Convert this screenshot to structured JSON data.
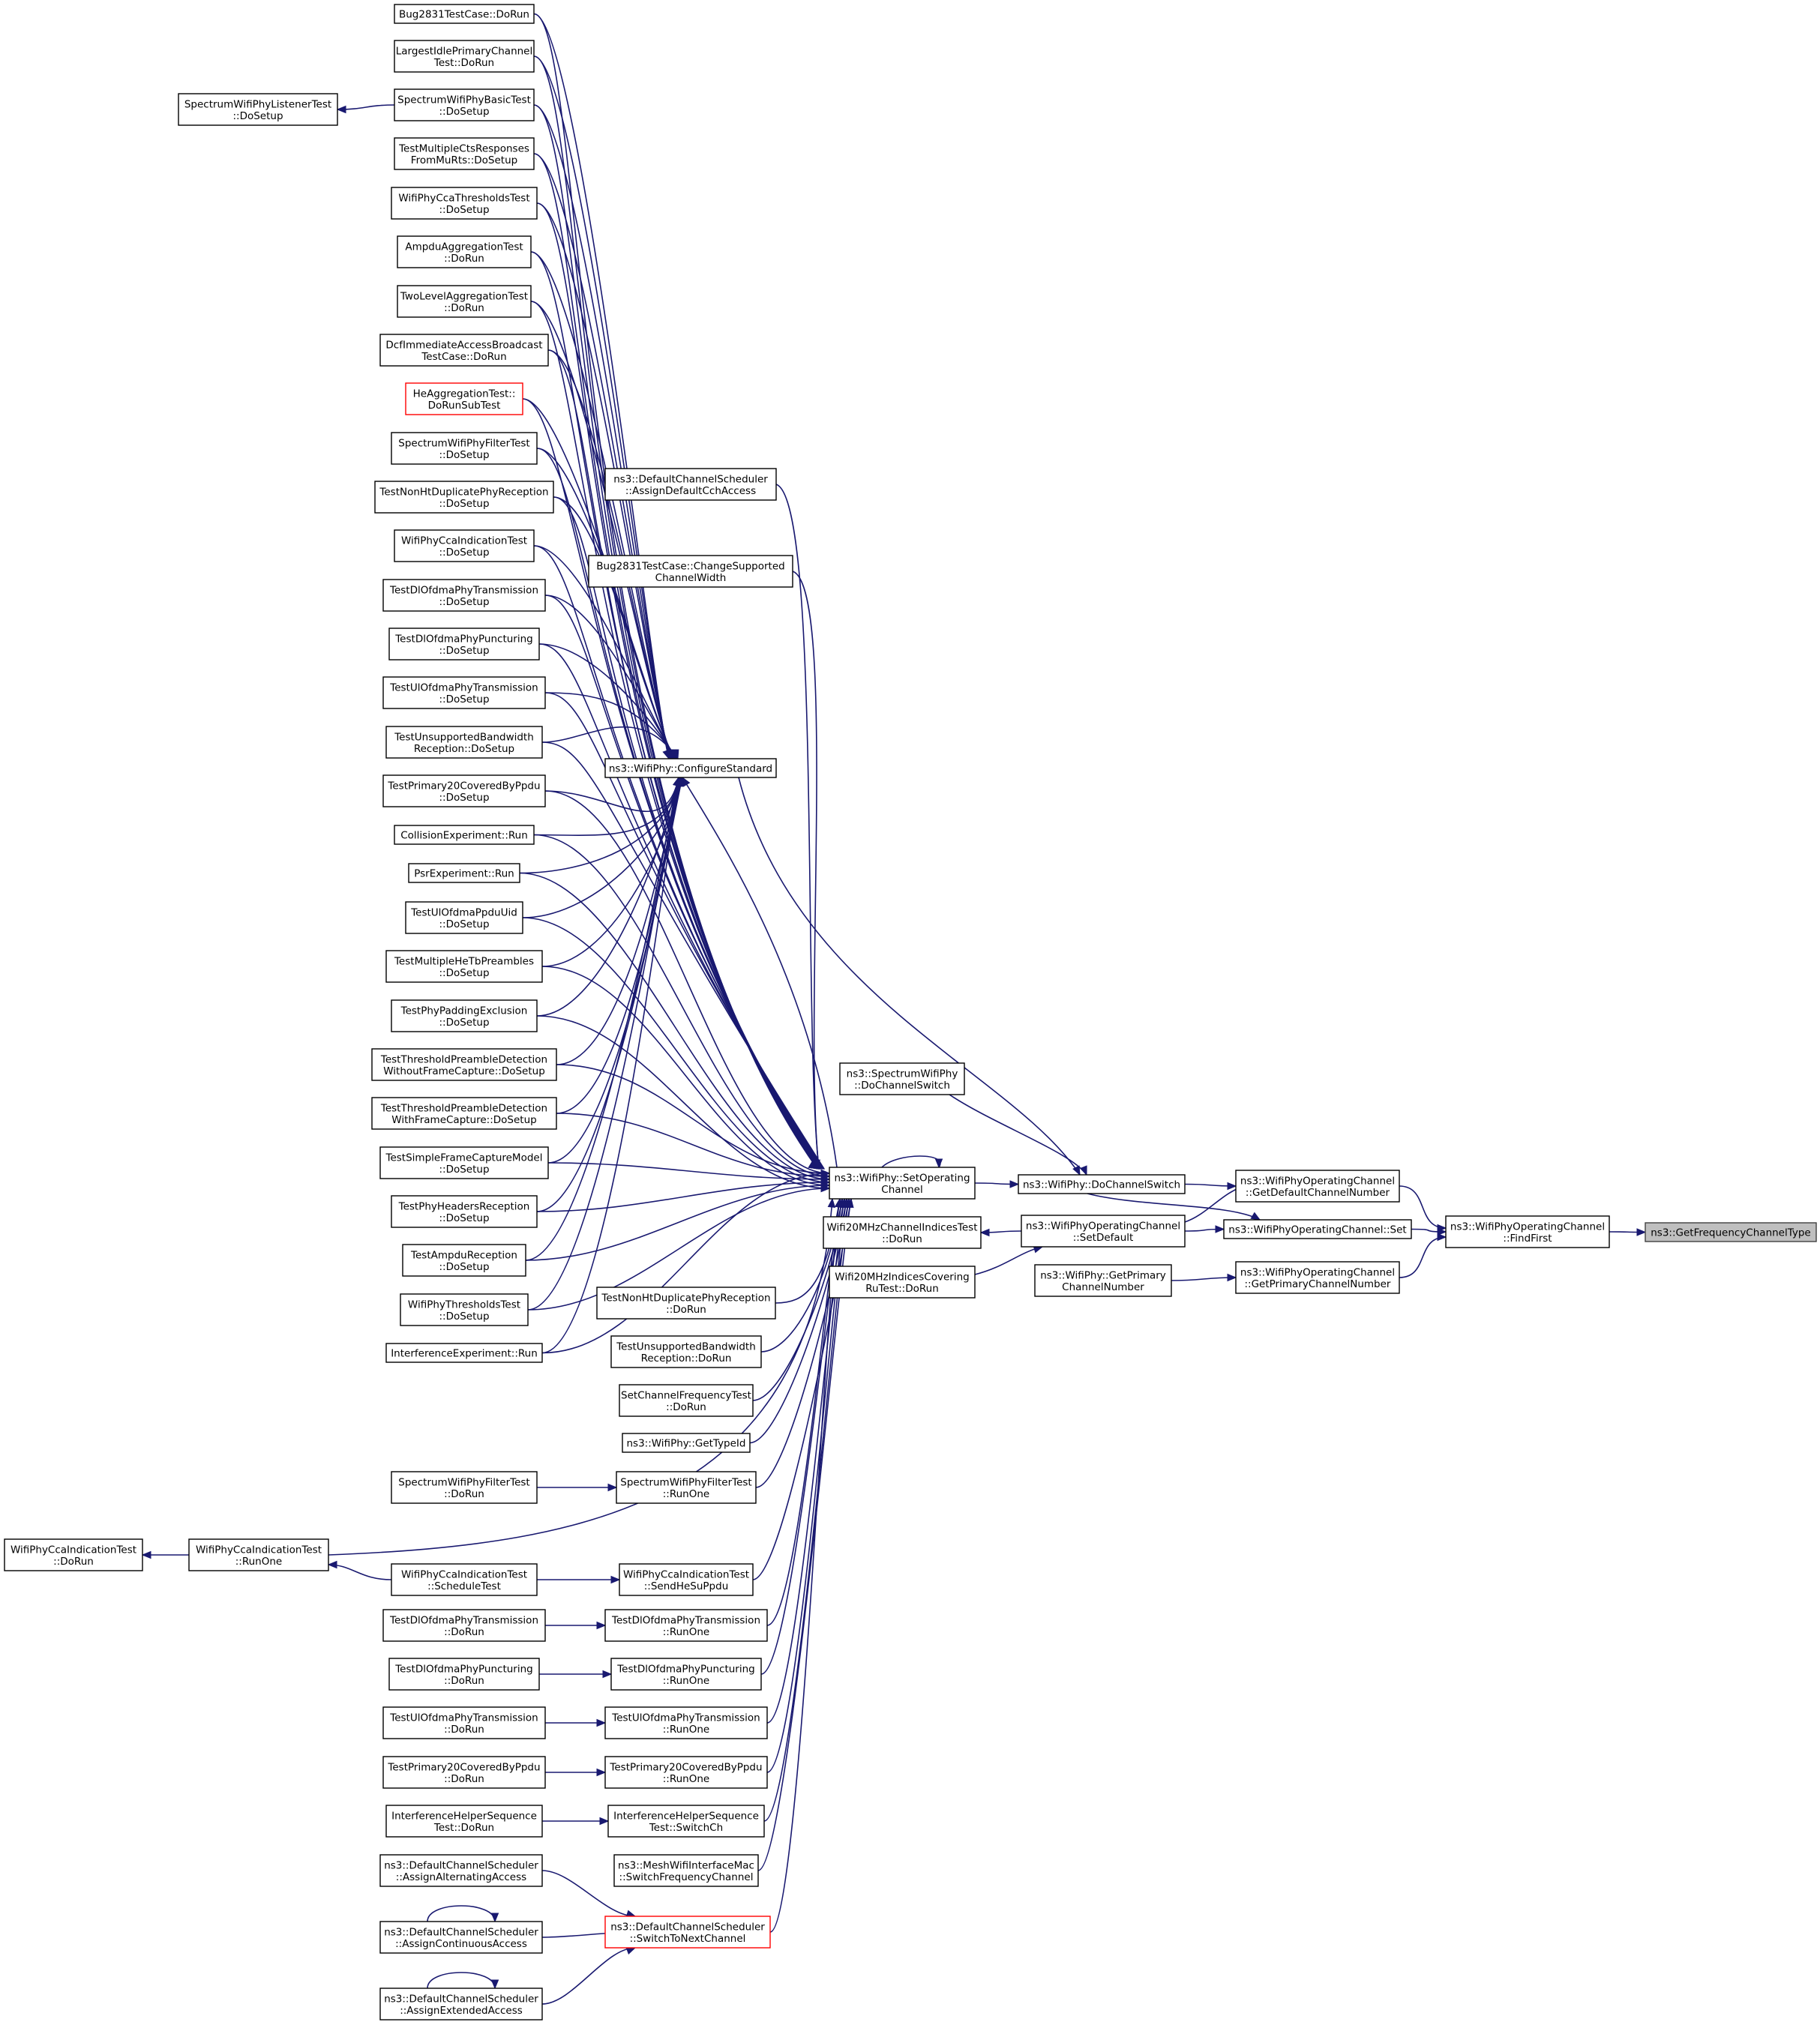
{
  "colors": {
    "edge": "#191970",
    "node_border": "#000000",
    "node_border_truncated": "#ff0000",
    "focus_fill": "#bfbfbf"
  },
  "nodes": {
    "bug2831_dorun": [
      "Bug2831TestCase::DoRun"
    ],
    "largest_idle": [
      "LargestIdlePrimaryChannel",
      "Test::DoRun"
    ],
    "spectrum_basic_setup": [
      "SpectrumWifiPhyBasicTest",
      "::DoSetup"
    ],
    "spectrum_listener_setup": [
      "SpectrumWifiPhyListenerTest",
      "::DoSetup"
    ],
    "multiple_cts": [
      "TestMultipleCtsResponses",
      "FromMuRts::DoSetup"
    ],
    "cca_thresholds": [
      "WifiPhyCcaThresholdsTest",
      "::DoSetup"
    ],
    "ampdu_agg": [
      "AmpduAggregationTest",
      "::DoRun"
    ],
    "two_level_agg": [
      "TwoLevelAggregationTest",
      "::DoRun"
    ],
    "dcf_immediate": [
      "DcfImmediateAccessBroadcast",
      "TestCase::DoRun"
    ],
    "he_agg": [
      "HeAggregationTest::",
      "DoRunSubTest"
    ],
    "spectrum_filter_setup": [
      "SpectrumWifiPhyFilterTest",
      "::DoSetup"
    ],
    "nonht_dup_setup": [
      "TestNonHtDuplicatePhyReception",
      "::DoSetup"
    ],
    "cca_indication_setup": [
      "WifiPhyCcaIndicationTest",
      "::DoSetup"
    ],
    "dl_ofdma_tx_setup": [
      "TestDlOfdmaPhyTransmission",
      "::DoSetup"
    ],
    "dl_ofdma_punct_setup": [
      "TestDlOfdmaPhyPuncturing",
      "::DoSetup"
    ],
    "ul_ofdma_tx_setup": [
      "TestUlOfdmaPhyTransmission",
      "::DoSetup"
    ],
    "unsupported_bw_setup": [
      "TestUnsupportedBandwidth",
      "Reception::DoSetup"
    ],
    "primary20_setup": [
      "TestPrimary20CoveredByPpdu",
      "::DoSetup"
    ],
    "collision_run": [
      "CollisionExperiment::Run"
    ],
    "psr_run": [
      "PsrExperiment::Run"
    ],
    "ul_ofdma_ppdu_uid": [
      "TestUlOfdmaPpduUid",
      "::DoSetup"
    ],
    "multiple_he_tb": [
      "TestMultipleHeTbPreambles",
      "::DoSetup"
    ],
    "phy_padding": [
      "TestPhyPaddingExclusion",
      "::DoSetup"
    ],
    "threshold_without": [
      "TestThresholdPreambleDetection",
      "WithoutFrameCapture::DoSetup"
    ],
    "threshold_with": [
      "TestThresholdPreambleDetection",
      "WithFrameCapture::DoSetup"
    ],
    "simple_frame_capture": [
      "TestSimpleFrameCaptureModel",
      "::DoSetup"
    ],
    "phy_headers": [
      "TestPhyHeadersReception",
      "::DoSetup"
    ],
    "ampdu_reception": [
      "TestAmpduReception",
      "::DoSetup"
    ],
    "phy_thresholds": [
      "WifiPhyThresholdsTest",
      "::DoSetup"
    ],
    "interference_run": [
      "InterferenceExperiment::Run"
    ],
    "assign_default_cch": [
      "ns3::DefaultChannelScheduler",
      "::AssignDefaultCchAccess"
    ],
    "change_supported_bw": [
      "Bug2831TestCase::ChangeSupported",
      "ChannelWidth"
    ],
    "configure_standard": [
      "ns3::WifiPhy::ConfigureStandard"
    ],
    "set_operating_channel": [
      "ns3::WifiPhy::SetOperating",
      "Channel"
    ],
    "spectrum_do_channel_switch": [
      "ns3::SpectrumWifiPhy",
      "::DoChannelSwitch"
    ],
    "do_channel_switch": [
      "ns3::WifiPhy::DoChannelSwitch"
    ],
    "get_default_channel_number": [
      "ns3::WifiPhyOperatingChannel",
      "::GetDefaultChannelNumber"
    ],
    "op_channel_set": [
      "ns3::WifiPhyOperatingChannel::Set"
    ],
    "op_channel_set_default": [
      "ns3::WifiPhyOperatingChannel",
      "::SetDefault"
    ],
    "wifi20_indices": [
      "Wifi20MHzChannelIndicesTest",
      "::DoRun"
    ],
    "wifi20_covering": [
      "Wifi20MHzIndicesCovering",
      "RuTest::DoRun"
    ],
    "get_primary_channel_number": [
      "ns3::WifiPhy::GetPrimary",
      "ChannelNumber"
    ],
    "op_get_primary_channel_number": [
      "ns3::WifiPhyOperatingChannel",
      "::GetPrimaryChannelNumber"
    ],
    "find_first": [
      "ns3::WifiPhyOperatingChannel",
      "::FindFirst"
    ],
    "get_frequency_channel_type": [
      "ns3::GetFrequencyChannelType"
    ],
    "nonht_dup_dorun": [
      "TestNonHtDuplicatePhyReception",
      "::DoRun"
    ],
    "unsupported_bw_dorun": [
      "TestUnsupportedBandwidth",
      "Reception::DoRun"
    ],
    "set_channel_freq": [
      "SetChannelFrequencyTest",
      "::DoRun"
    ],
    "get_type_id": [
      "ns3::WifiPhy::GetTypeId"
    ],
    "spectrum_filter_dorun": [
      "SpectrumWifiPhyFilterTest",
      "::DoRun"
    ],
    "spectrum_filter_runone": [
      "SpectrumWifiPhyFilterTest",
      "::RunOne"
    ],
    "cca_indication_dorun": [
      "WifiPhyCcaIndicationTest",
      "::DoRun"
    ],
    "cca_indication_runone": [
      "WifiPhyCcaIndicationTest",
      "::RunOne"
    ],
    "cca_indication_schedule": [
      "WifiPhyCcaIndicationTest",
      "::ScheduleTest"
    ],
    "cca_indication_send": [
      "WifiPhyCcaIndicationTest",
      "::SendHeSuPpdu"
    ],
    "dl_ofdma_tx_dorun": [
      "TestDlOfdmaPhyTransmission",
      "::DoRun"
    ],
    "dl_ofdma_tx_runone": [
      "TestDlOfdmaPhyTransmission",
      "::RunOne"
    ],
    "dl_ofdma_punct_dorun": [
      "TestDlOfdmaPhyPuncturing",
      "::DoRun"
    ],
    "dl_ofdma_punct_runone": [
      "TestDlOfdmaPhyPuncturing",
      "::RunOne"
    ],
    "ul_ofdma_tx_dorun": [
      "TestUlOfdmaPhyTransmission",
      "::DoRun"
    ],
    "ul_ofdma_tx_runone": [
      "TestUlOfdmaPhyTransmission",
      "::RunOne"
    ],
    "primary20_dorun": [
      "TestPrimary20CoveredByPpdu",
      "::DoRun"
    ],
    "primary20_runone": [
      "TestPrimary20CoveredByPpdu",
      "::RunOne"
    ],
    "interference_seq_dorun": [
      "InterferenceHelperSequence",
      "Test::DoRun"
    ],
    "interference_seq_switch": [
      "InterferenceHelperSequence",
      "Test::SwitchCh"
    ],
    "mesh_switch_freq": [
      "ns3::MeshWifiInterfaceMac",
      "::SwitchFrequencyChannel"
    ],
    "assign_alternating": [
      "ns3::DefaultChannelScheduler",
      "::AssignAlternatingAccess"
    ],
    "assign_continuous": [
      "ns3::DefaultChannelScheduler",
      "::AssignContinuousAccess"
    ],
    "assign_extended": [
      "ns3::DefaultChannelScheduler",
      "::AssignExtendedAccess"
    ],
    "switch_to_next": [
      "ns3::DefaultChannelScheduler",
      "::SwitchToNextChannel"
    ]
  }
}
